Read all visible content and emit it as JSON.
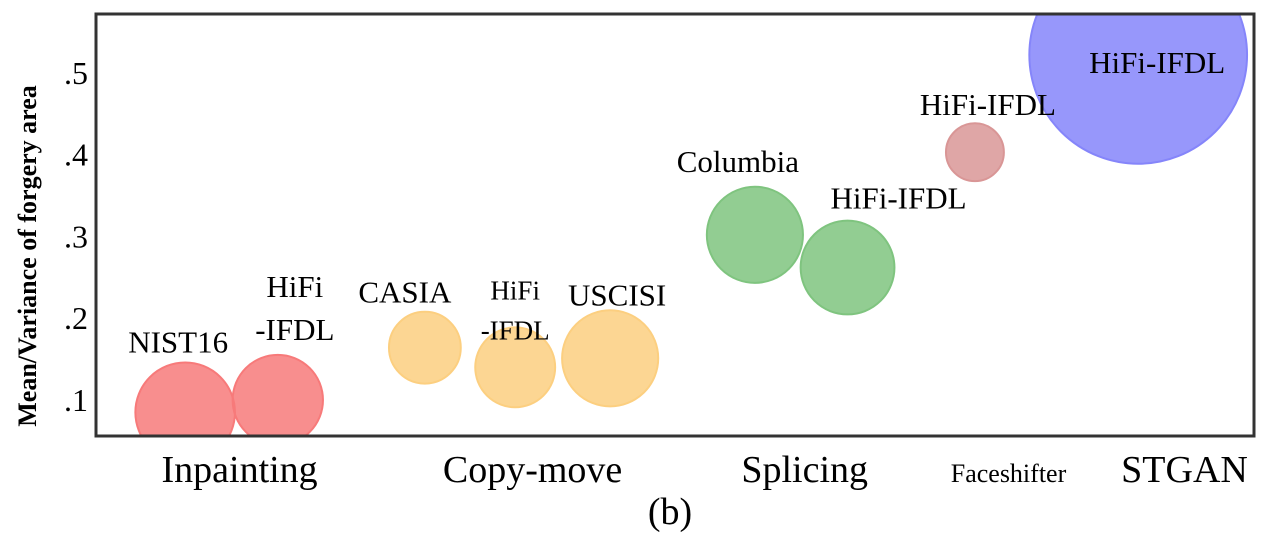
{
  "chart_data": {
    "type": "scatter",
    "subtype": "bubble",
    "caption": "(b)",
    "ylabel": "Mean/Variance of forgery area",
    "xlabel": "",
    "ylim": [
      0.056,
      0.572
    ],
    "xlim": [
      0,
      100
    ],
    "yticks": [
      0.1,
      0.2,
      0.3,
      0.4,
      0.5
    ],
    "ytick_labels": [
      ".1",
      ".2",
      ".3",
      ".4",
      ".5"
    ],
    "categories": [
      {
        "label": "Inpainting",
        "x": 12.4
      },
      {
        "label": "Copy-move",
        "x": 37.7
      },
      {
        "label": "Splicing",
        "x": 61.2
      },
      {
        "label": "Faceshifter",
        "x": 78.8
      },
      {
        "label": "STGAN",
        "x": 94.0
      }
    ],
    "grid": false,
    "bubbles": [
      {
        "label": "NIST16",
        "category": "Inpainting",
        "x": 7.7,
        "y": 0.085,
        "size": 4.3,
        "color": "#f77a7a"
      },
      {
        "label": "HiFi\n-IFDL",
        "category": "Inpainting",
        "x": 15.7,
        "y": 0.1,
        "size": 3.9,
        "color": "#f77a7a"
      },
      {
        "label": "CASIA",
        "category": "Copy-move",
        "x": 28.4,
        "y": 0.164,
        "size": 3.1,
        "color": "#fccf80"
      },
      {
        "label": "HiFi\n-IFDL",
        "category": "Copy-move",
        "x": 36.2,
        "y": 0.14,
        "size": 3.45,
        "color": "#fccf80"
      },
      {
        "label": "USCISI",
        "category": "Copy-move",
        "x": 44.4,
        "y": 0.151,
        "size": 4.15,
        "color": "#fccf80"
      },
      {
        "label": "Columbia",
        "category": "Splicing",
        "x": 56.9,
        "y": 0.302,
        "size": 4.15,
        "color": "#7fc47f"
      },
      {
        "label": "HiFi-IFDL",
        "category": "Splicing",
        "x": 64.9,
        "y": 0.262,
        "size": 4.05,
        "color": "#7fc47f"
      },
      {
        "label": "HiFi-IFDL",
        "category": "Faceshifter",
        "x": 75.9,
        "y": 0.403,
        "size": 2.5,
        "color": "#d99696"
      },
      {
        "label": "HiFi-IFDL",
        "category": "STGAN",
        "x": 90.0,
        "y": 0.522,
        "size": 9.4,
        "color": "#8585fa"
      }
    ]
  }
}
